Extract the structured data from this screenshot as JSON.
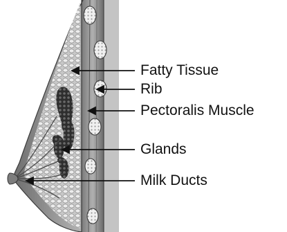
{
  "labels": [
    {
      "id": "fatty-tissue",
      "text": "Fatty Tissue"
    },
    {
      "id": "rib",
      "text": "Rib"
    },
    {
      "id": "pectoralis-muscle",
      "text": "Pectoralis Muscle"
    },
    {
      "id": "glands",
      "text": "Glands"
    },
    {
      "id": "milk-ducts",
      "text": "Milk Ducts"
    }
  ],
  "colors": {
    "background": "#ffffff",
    "ink": "#111111",
    "skin": "#8a8a8a",
    "fat": "#d6d6d6",
    "gland": "#3a3a3a",
    "muscle": "#9a9a9a",
    "rib": "#e8e8e8"
  }
}
